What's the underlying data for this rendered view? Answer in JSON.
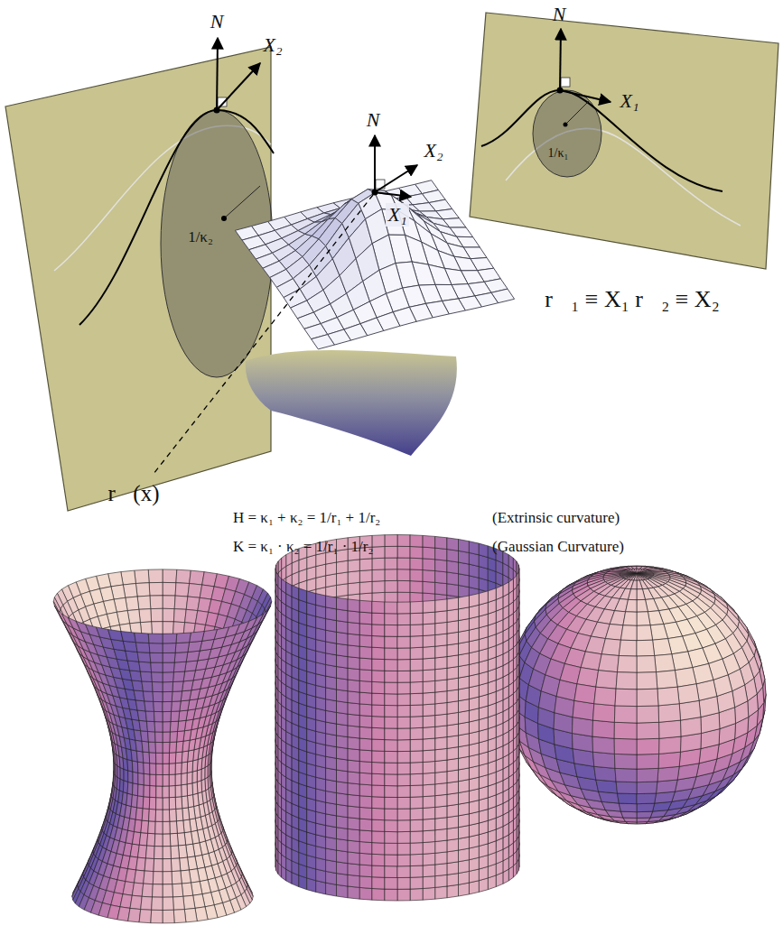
{
  "diagram": {
    "labels": [
      "N",
      "X₂",
      "1/κ₂",
      "N",
      "X₁",
      "1/κ₁",
      "N",
      "X₂",
      "X₁",
      "r⃗₁ ≡ X₁ r⃗₂ ≡ X₂",
      "r⃗(x)",
      "H = κ₁ + κ₂ = 1/r₁ + 1/r₂",
      "(Extrinsic curvature)",
      "K = κ₁ · κ₂ = 1/r₁ · 1/r₂",
      "(Gaussian Curvature)"
    ]
  }
}
